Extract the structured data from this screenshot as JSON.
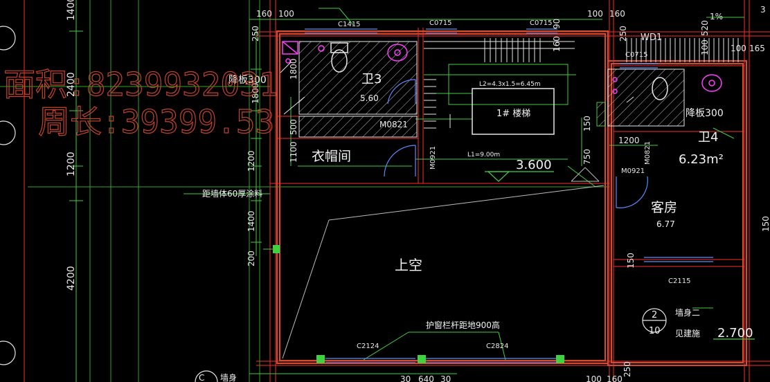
{
  "overlay": {
    "area": "面积:8239932031",
    "perimeter": "周长:39399.53"
  },
  "dimensions": {
    "left_vertical": [
      "1400",
      "2400",
      "1200",
      "4200"
    ],
    "left_inner": [
      "250",
      "1800",
      "1800",
      "500",
      "1100",
      "1200",
      "1400",
      "200"
    ],
    "top": [
      "160",
      "100",
      "100",
      "160",
      "160",
      "90",
      "250",
      "100",
      "520",
      "100",
      "165",
      "1%",
      "3"
    ],
    "bottom": [
      "30",
      "640",
      "30",
      "100",
      "160",
      "150"
    ],
    "inner": [
      "1200",
      "750",
      "150",
      "150",
      "250"
    ]
  },
  "rooms": {
    "wc3_name": "卫3",
    "wc3_area": "5.60",
    "cloak": "衣帽间",
    "stair": "1# 楼梯",
    "stair_note": "L2=4.3x1.5=6.45m",
    "stair_l1": "L1=9.00m",
    "level": "3.600",
    "wc4_name": "卫4",
    "wc4_area": "6.23m²",
    "guest": "客房",
    "guest_area": "6.77",
    "void": "上空",
    "level2": "2.700",
    "drop1": "降板300",
    "drop2": "降板300"
  },
  "openings": [
    "C1415",
    "C0715",
    "C0715",
    "WD1",
    "C0715",
    "M0821",
    "M0921",
    "M0821",
    "M0921",
    "C2115",
    "C2124",
    "C2824"
  ],
  "notes": {
    "wall_paint": "距墙体60厚涂料",
    "rail": "护窗栏杆距地900高",
    "wall_body": "墙身二",
    "see_arch": "见建施",
    "wall_bottom": "墙身",
    "bottom_c": "C",
    "detail_top": "2",
    "detail_bottom": "10"
  },
  "colors": {
    "background": "#000000",
    "wall": "#d94a2b",
    "axis": "#ff2a2a",
    "dim": "#3fd13f",
    "window": "#5a8cff",
    "fixture": "#ff3dff",
    "text": "#f2f2f2",
    "overlay": "#c8432a"
  }
}
